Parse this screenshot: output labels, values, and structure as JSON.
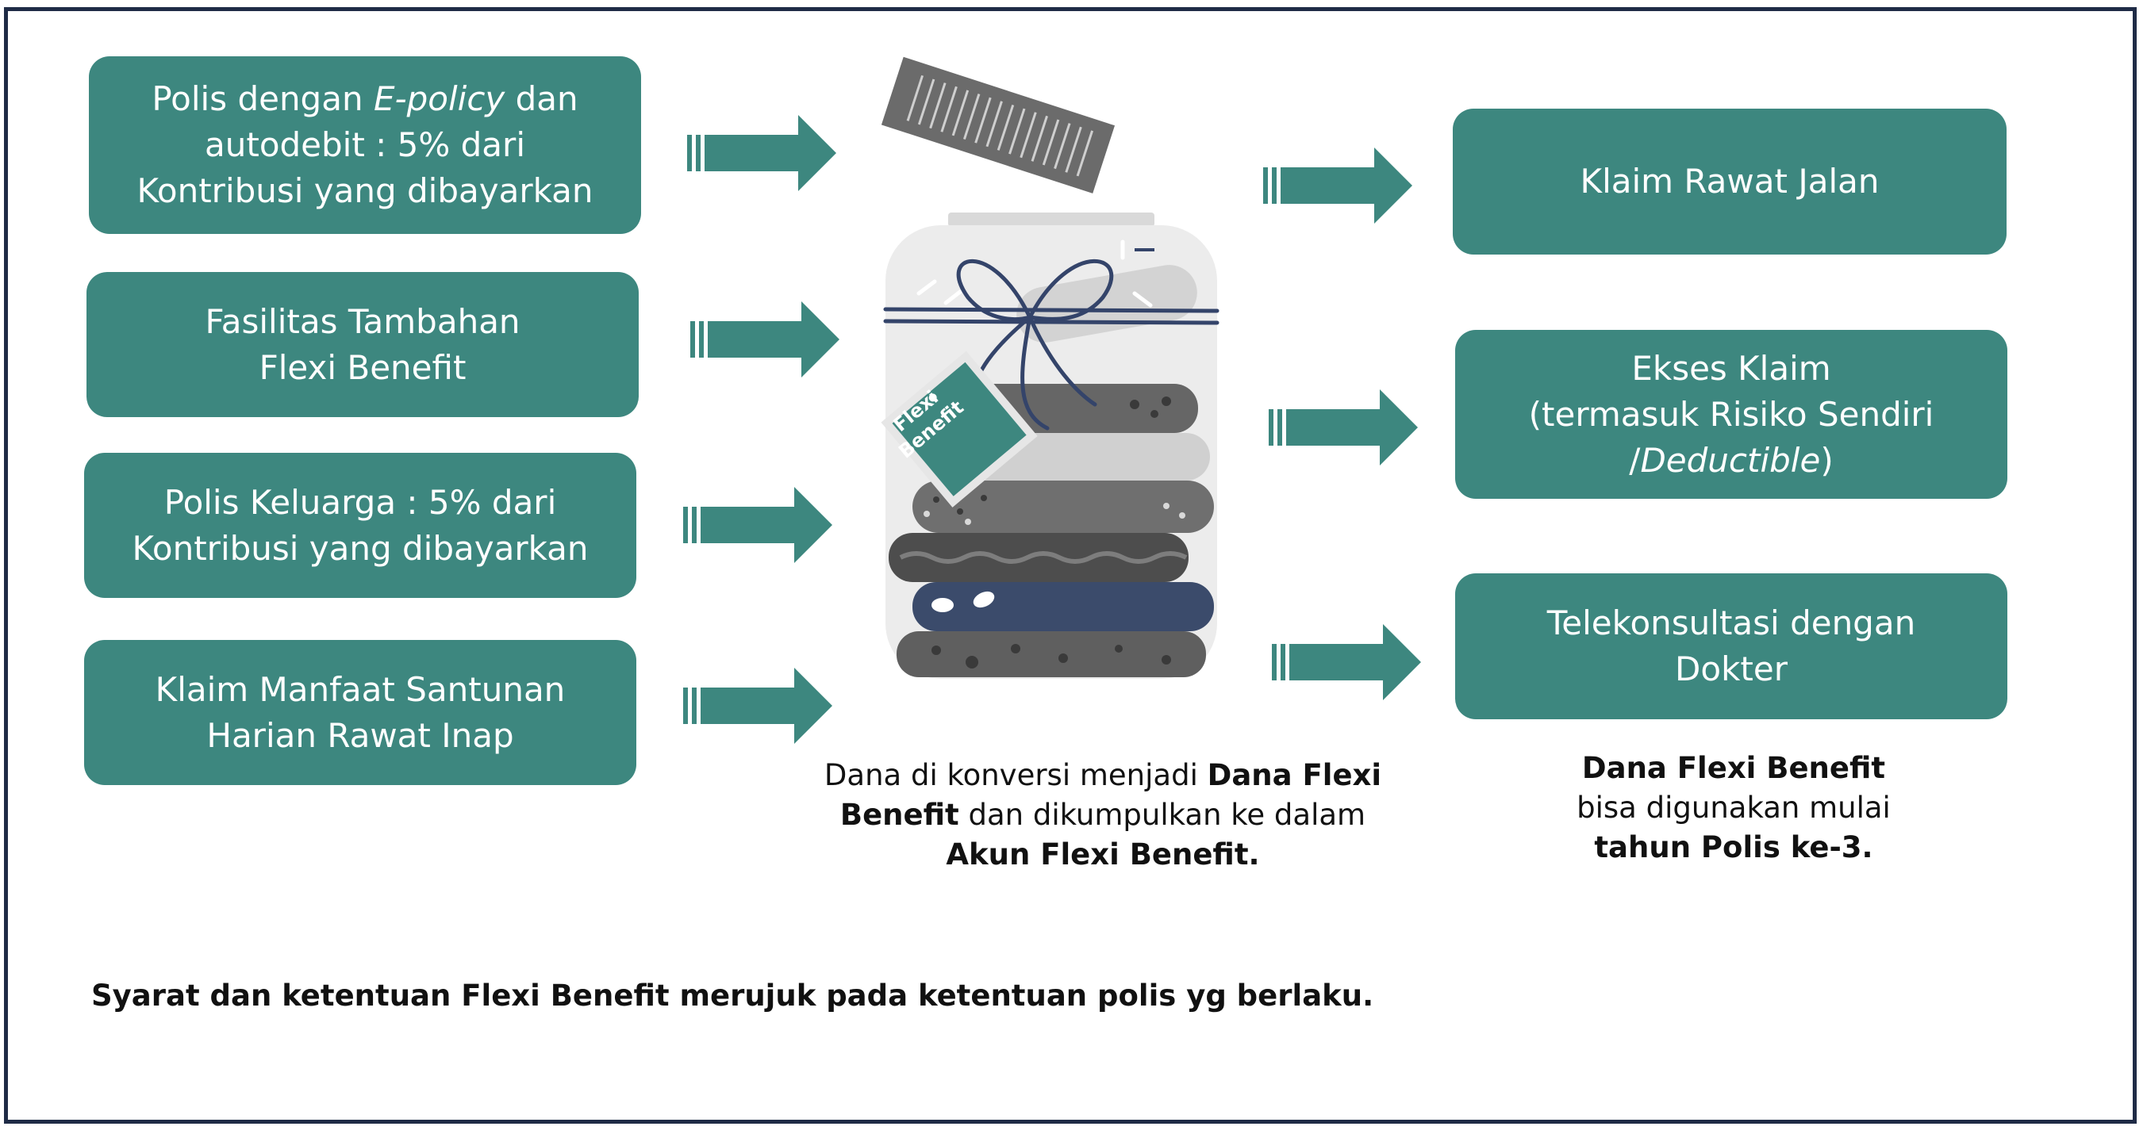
{
  "inputs": [
    {
      "line1_a": "Polis dengan ",
      "line1_em": "E-policy",
      "line1_b": " dan",
      "line2": "autodebit : 5% dari",
      "line3": "Kontribusi yang dibayarkan"
    },
    {
      "line1": "Fasilitas Tambahan",
      "line2": "Flexi Benefit"
    },
    {
      "line1": "Polis Keluarga : 5% dari",
      "line2": "Kontribusi yang dibayarkan"
    },
    {
      "line1": "Klaim Manfaat Santunan",
      "line2": "Harian Rawat Inap"
    }
  ],
  "jar": {
    "tag_line1": "Flexi",
    "tag_line2": "Benefit"
  },
  "center_caption": {
    "l1_a": "Dana di konversi menjadi ",
    "l1_b": "Dana Flexi",
    "l2_a": "Benefit",
    "l2_b": " dan dikumpulkan ke dalam",
    "l3": "Akun Flexi Benefit."
  },
  "outputs": [
    {
      "line1": "Klaim Rawat Jalan"
    },
    {
      "line1": "Ekses Klaim",
      "line2": "(termasuk Risiko Sendiri",
      "line3_a": "/",
      "line3_em": "Deductible",
      "line3_b": ")"
    },
    {
      "line1": "Telekonsultasi dengan",
      "line2": "Dokter"
    }
  ],
  "right_caption": {
    "l1": "Dana Flexi Benefit",
    "l2": "bisa digunakan mulai",
    "l3": "tahun Polis ke-3."
  },
  "footnote": "Syarat dan ketentuan Flexi Benefit merujuk pada ketentuan polis yg berlaku.",
  "colors": {
    "box": "#3d877f",
    "frame": "#1f2b46",
    "ribbon": "#34446a"
  }
}
